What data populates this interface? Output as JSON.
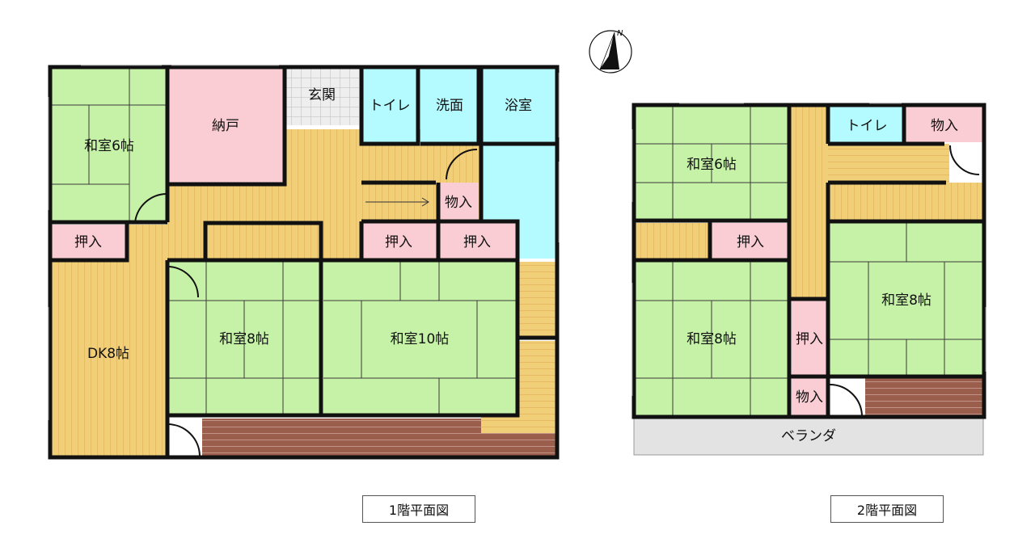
{
  "floors": [
    {
      "id": "floor1",
      "caption": "1階平面図",
      "rooms": [
        {
          "id": "washitsu6",
          "label": "和室6帖",
          "kind": "tatami"
        },
        {
          "id": "nando",
          "label": "納戸",
          "kind": "storage"
        },
        {
          "id": "genkan",
          "label": "玄関",
          "kind": "entry"
        },
        {
          "id": "toilet",
          "label": "トイレ",
          "kind": "wet"
        },
        {
          "id": "senmen",
          "label": "洗面",
          "kind": "wet"
        },
        {
          "id": "yokushitsu",
          "label": "浴室",
          "kind": "wet"
        },
        {
          "id": "mono1",
          "label": "物入",
          "kind": "closet"
        },
        {
          "id": "oshiire1",
          "label": "押入",
          "kind": "closet"
        },
        {
          "id": "oshiire2",
          "label": "押入",
          "kind": "closet"
        },
        {
          "id": "oshiire3",
          "label": "押入",
          "kind": "closet"
        },
        {
          "id": "dk8",
          "label": "DK8帖",
          "kind": "wood"
        },
        {
          "id": "washitsu8",
          "label": "和室8帖",
          "kind": "tatami"
        },
        {
          "id": "washitsu10",
          "label": "和室10帖",
          "kind": "tatami"
        }
      ]
    },
    {
      "id": "floor2",
      "caption": "2階平面図",
      "rooms": [
        {
          "id": "w6",
          "label": "和室6帖",
          "kind": "tatami"
        },
        {
          "id": "toilet2",
          "label": "トイレ",
          "kind": "wet"
        },
        {
          "id": "mono2a",
          "label": "物入",
          "kind": "closet"
        },
        {
          "id": "oshiire4",
          "label": "押入",
          "kind": "closet"
        },
        {
          "id": "w8a",
          "label": "和室8帖",
          "kind": "tatami"
        },
        {
          "id": "w8b",
          "label": "和室8帖",
          "kind": "tatami"
        },
        {
          "id": "oshiire5",
          "label": "押入",
          "kind": "closet"
        },
        {
          "id": "mono2b",
          "label": "物入",
          "kind": "closet"
        },
        {
          "id": "veranda",
          "label": "ベランダ",
          "kind": "balcony"
        }
      ]
    }
  ],
  "compass": {
    "label": "N"
  },
  "colors": {
    "tatami": "#c6f2a8",
    "storage": "#f9cdd3",
    "closet": "#f9cdd3",
    "wet": "#b4fbff",
    "wood": "#f1cf78",
    "deck": "#9b5d4c",
    "balcony": "#e3e3e3",
    "wall": "#111111"
  }
}
